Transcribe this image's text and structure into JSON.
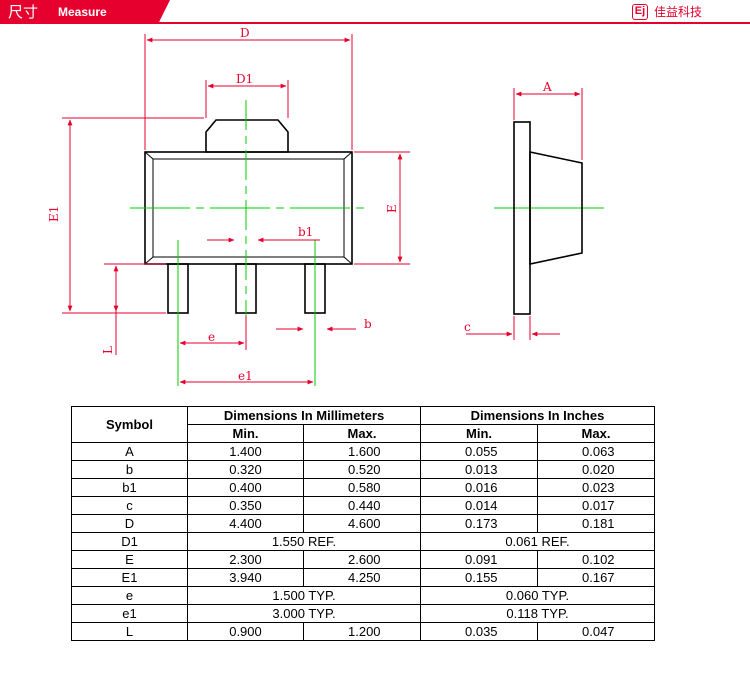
{
  "header": {
    "section_title_cn": "尺寸",
    "section_title_en": "Measure",
    "brand_logo": "Ej",
    "brand_name": "佳益科技",
    "accent_color": "#e6002d"
  },
  "drawing": {
    "labels": {
      "D": "D",
      "D1": "D1",
      "E": "E",
      "E1": "E1",
      "b": "b",
      "b1": "b1",
      "e": "e",
      "e1": "e1",
      "L": "L",
      "A": "A",
      "c": "c"
    },
    "line_color": "#000000",
    "dimension_color": "#e6002d",
    "centerline_color": "#00cc00"
  },
  "table": {
    "symbol_header": "Symbol",
    "mm_header": "Dimensions In Millimeters",
    "in_header": "Dimensions In Inches",
    "min_label": "Min.",
    "max_label": "Max.",
    "rows": [
      {
        "symbol": "A",
        "mm_min": "1.400",
        "mm_max": "1.600",
        "in_min": "0.055",
        "in_max": "0.063"
      },
      {
        "symbol": "b",
        "mm_min": "0.320",
        "mm_max": "0.520",
        "in_min": "0.013",
        "in_max": "0.020"
      },
      {
        "symbol": "b1",
        "mm_min": "0.400",
        "mm_max": "0.580",
        "in_min": "0.016",
        "in_max": "0.023"
      },
      {
        "symbol": "c",
        "mm_min": "0.350",
        "mm_max": "0.440",
        "in_min": "0.014",
        "in_max": "0.017"
      },
      {
        "symbol": "D",
        "mm_min": "4.400",
        "mm_max": "4.600",
        "in_min": "0.173",
        "in_max": "0.181"
      },
      {
        "symbol": "D1",
        "mm_span": "1.550 REF.",
        "in_span": "0.061 REF."
      },
      {
        "symbol": "E",
        "mm_min": "2.300",
        "mm_max": "2.600",
        "in_min": "0.091",
        "in_max": "0.102"
      },
      {
        "symbol": "E1",
        "mm_min": "3.940",
        "mm_max": "4.250",
        "in_min": "0.155",
        "in_max": "0.167"
      },
      {
        "symbol": "e",
        "mm_span": "1.500 TYP.",
        "in_span": "0.060 TYP."
      },
      {
        "symbol": "e1",
        "mm_span": "3.000 TYP.",
        "in_span": "0.118 TYP."
      },
      {
        "symbol": "L",
        "mm_min": "0.900",
        "mm_max": "1.200",
        "in_min": "0.035",
        "in_max": "0.047"
      }
    ]
  }
}
